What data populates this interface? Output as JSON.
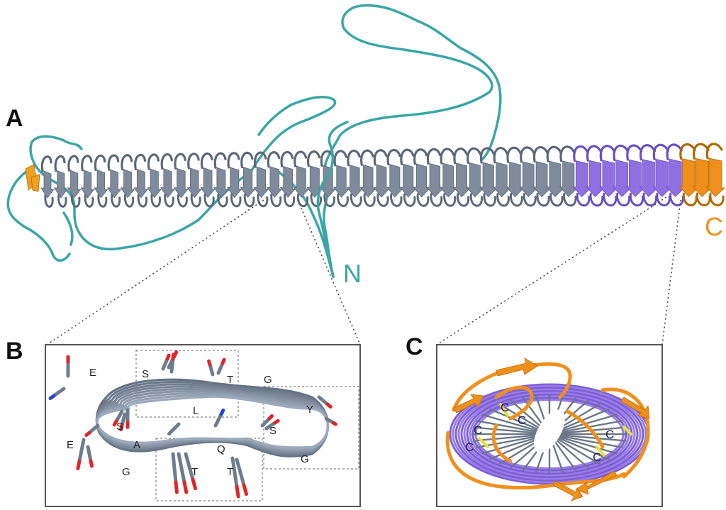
{
  "colors": {
    "n_loop": "#3aa6a6",
    "solenoid": "#7f8b9a",
    "solenoid_dark": "#5d6878",
    "purple": "#9070e0",
    "orange": "#f0901c",
    "oxygen": "#e0262a",
    "nitrogen": "#2844d8",
    "sulfur": "#e8e03a",
    "box": "#555555"
  },
  "panel_a": {
    "label": "A",
    "n_terminus": "N",
    "c_terminus": "C",
    "rungs": {
      "grey": 40,
      "purple": 8,
      "orange": 3
    }
  },
  "panel_b": {
    "label": "B",
    "residues": [
      "E",
      "S",
      "T",
      "G",
      "L",
      "S",
      "Y",
      "A",
      "Q",
      "E",
      "G",
      "T",
      "T",
      "G",
      "S"
    ]
  },
  "panel_c": {
    "label": "C",
    "cysteines": [
      "C",
      "C",
      "C",
      "C",
      "C",
      "C"
    ]
  },
  "icons": {
    "beta_strand": "arrow-shape",
    "loop": "curve-line"
  }
}
